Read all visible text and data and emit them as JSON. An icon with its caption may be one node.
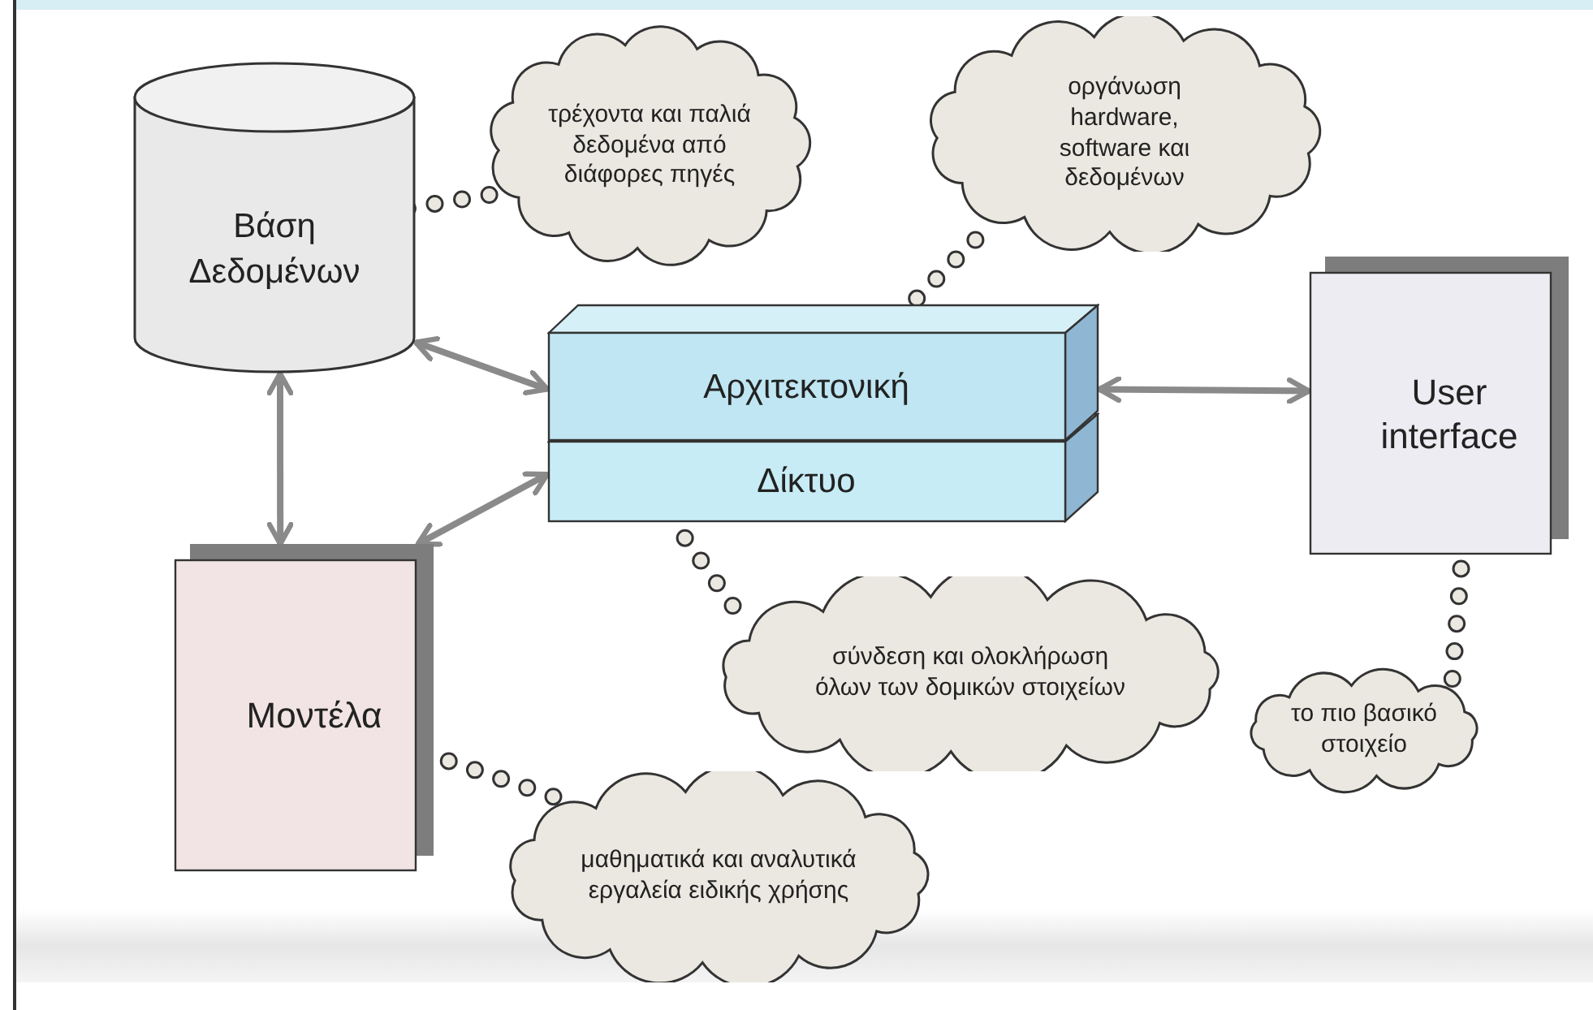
{
  "diagram": {
    "nodes": [
      {
        "text": [
          "Βάση Δεδομένων"
        ]
      },
      {
        "text": [
          "τρέχοντα και παλιά δεδομένα από διάφορες πηγές"
        ]
      },
      {
        "text": [
          "οργάνωση hardware, software και δεδομένων"
        ]
      },
      {
        "text": [
          "Αρχιτεκτονική"
        ]
      },
      {
        "text": [
          "Δίκτυο"
        ]
      },
      {
        "text": [
          "User interface"
        ]
      },
      {
        "text": [
          "Μοντέλα"
        ]
      },
      {
        "text": [
          "σύνδεση και ολοκλήρωση όλων των δομικών στοιχείων"
        ]
      },
      {
        "text": [
          "το πιο βασικό στοιχείο"
        ]
      },
      {
        "text": [
          "μαθηματικά και αναλυτικά εργαλεία ειδικής χρήσης"
        ]
      }
    ],
    "edges": [
      {
        "from": 0,
        "to": 3,
        "arrow": "both"
      },
      {
        "from": 0,
        "to": 6,
        "arrow": "both"
      },
      {
        "from": 6,
        "to": 4,
        "arrow": "both"
      },
      {
        "from": 3,
        "to": 5,
        "arrow": "both"
      },
      {
        "from": 1,
        "to": 0,
        "arrow": "none",
        "style": "dashed"
      },
      {
        "from": 2,
        "to": 3,
        "arrow": "none",
        "style": "dashed"
      },
      {
        "from": 7,
        "to": 4,
        "arrow": "none",
        "style": "dashed"
      },
      {
        "from": 8,
        "to": 5,
        "arrow": "none",
        "style": "dashed"
      },
      {
        "from": 9,
        "to": 6,
        "arrow": "none",
        "style": "dashed"
      }
    ]
  }
}
